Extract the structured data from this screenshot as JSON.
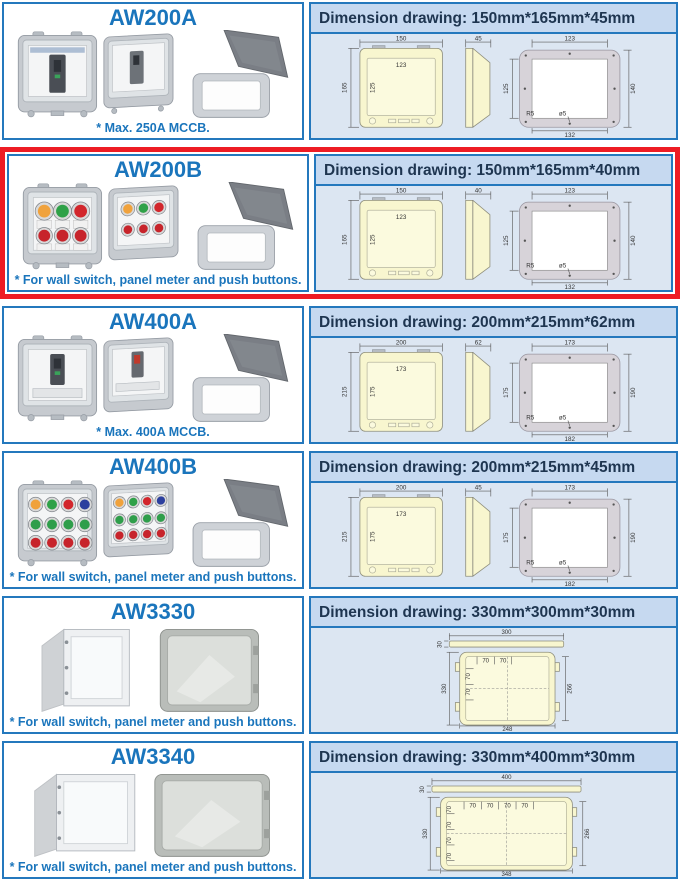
{
  "colors": {
    "accent_blue": "#1a75bc",
    "border_blue": "#2478bd",
    "header_bg": "#c6d9f0",
    "header_text": "#1e3550",
    "body_bg": "#dce6f2",
    "highlight_red": "#ee1c24",
    "drawing_fill": "#f8f6cf",
    "cutout_gray": "#d7d3d9"
  },
  "rows": [
    {
      "model": "AW200A",
      "note": "* Max. 250A MCCB.",
      "dim_title": "Dimension drawing: 150mm*165mm*45mm",
      "highlighted": false,
      "drawing": {
        "type": "three-view",
        "front_w": "150",
        "front_h": "165",
        "inner_w": "123",
        "inner_h": "125",
        "depth": "45",
        "cut_top": "123",
        "cut_left": "125",
        "cut_right": "140",
        "cut_bottom": "132",
        "radius_label": "R5",
        "hole_label": "ø5"
      }
    },
    {
      "model": "AW200B",
      "note": "* For wall switch, panel meter and push buttons.",
      "dim_title": "Dimension drawing: 150mm*165mm*40mm",
      "highlighted": true,
      "buttons": {
        "top": [
          "#f0a23c",
          "#2fa148",
          "#d2262c"
        ],
        "bottom": [
          "#c7242b",
          "#c7242b",
          "#c7242b"
        ]
      },
      "drawing": {
        "type": "three-view",
        "front_w": "150",
        "front_h": "165",
        "inner_w": "123",
        "inner_h": "125",
        "depth": "40",
        "cut_top": "123",
        "cut_left": "125",
        "cut_right": "140",
        "cut_bottom": "132",
        "radius_label": "R5",
        "hole_label": "ø5"
      }
    },
    {
      "model": "AW400A",
      "note": "* Max. 400A MCCB.",
      "dim_title": "Dimension drawing: 200mm*215mm*62mm",
      "highlighted": false,
      "drawing": {
        "type": "three-view",
        "front_w": "200",
        "front_h": "215",
        "inner_w": "173",
        "inner_h": "175",
        "depth": "62",
        "cut_top": "173",
        "cut_left": "175",
        "cut_right": "190",
        "cut_bottom": "182",
        "radius_label": "R5",
        "hole_label": "ø5"
      }
    },
    {
      "model": "AW400B",
      "note": "* For wall switch, panel meter and push buttons.",
      "dim_title": "Dimension drawing: 200mm*215mm*45mm",
      "highlighted": false,
      "buttons": {
        "row1": [
          "#f0a23c",
          "#2fa148",
          "#d2262c",
          "#2b3f9e"
        ],
        "row2": [
          "#2f9e4b",
          "#2f9e4b",
          "#2f9e4b",
          "#2f9e4b"
        ],
        "row3": [
          "#c7242b",
          "#c7242b",
          "#c7242b",
          "#c7242b"
        ]
      },
      "drawing": {
        "type": "three-view",
        "front_w": "200",
        "front_h": "215",
        "inner_w": "173",
        "inner_h": "175",
        "depth": "45",
        "cut_top": "173",
        "cut_left": "175",
        "cut_right": "190",
        "cut_bottom": "182",
        "radius_label": "R5",
        "hole_label": "ø5"
      }
    },
    {
      "model": "AW3330",
      "note": "* For wall switch, panel meter and push buttons.",
      "dim_title": "Dimension drawing: 330mm*300mm*30mm",
      "highlighted": false,
      "drawing": {
        "type": "panel-view",
        "strip_w": "300",
        "strip_h": "30",
        "panel_h": "330",
        "right_h": "266",
        "bottom_w": "248",
        "spacing": "70"
      }
    },
    {
      "model": "AW3340",
      "note": "* For wall switch, panel meter and push buttons.",
      "dim_title": "Dimension drawing: 330mm*400mm*30mm",
      "highlighted": false,
      "drawing": {
        "type": "panel-view",
        "strip_w": "400",
        "strip_h": "30",
        "panel_h": "330",
        "right_h": "266",
        "bottom_w": "348",
        "spacing": "70"
      }
    }
  ]
}
